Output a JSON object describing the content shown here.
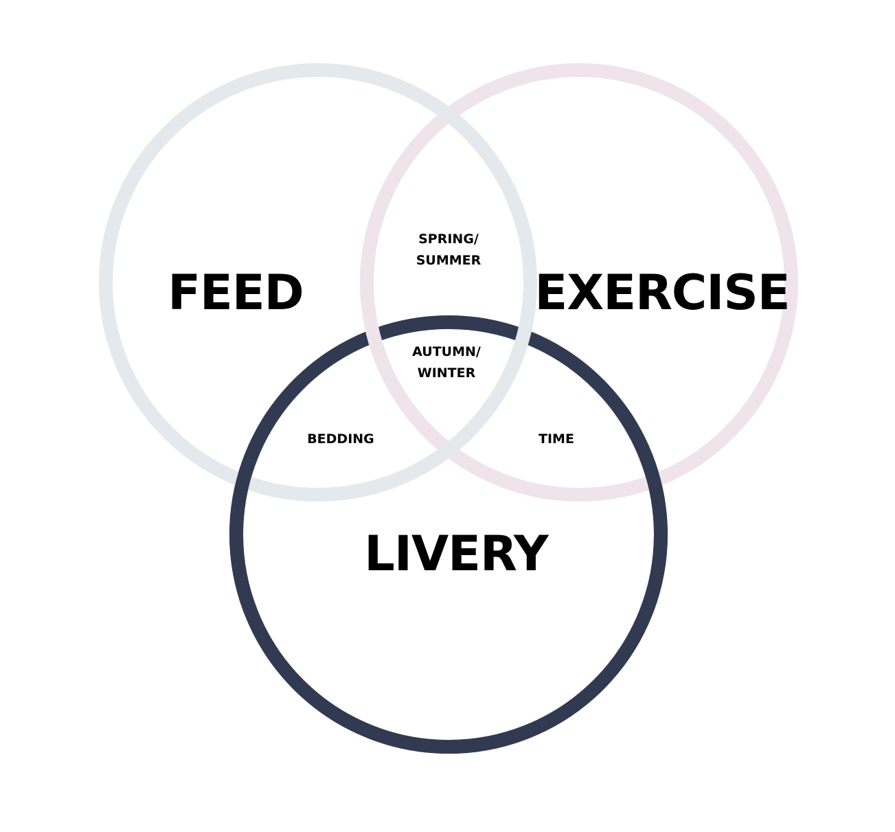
{
  "sets": {
    "feed": {
      "label": "FEED",
      "color": "#e3e9ec"
    },
    "exercise": {
      "label": "EXERCISE",
      "color": "#efe4e9"
    },
    "livery": {
      "label": "LIVERY",
      "color": "#323a52"
    }
  },
  "intersections": {
    "feed_exercise": [
      "SPRING/",
      "SUMMER"
    ],
    "all_three": [
      "AUTUMN/",
      "WINTER"
    ],
    "feed_livery": "BEDDING",
    "exercise_livery": "TIME"
  }
}
